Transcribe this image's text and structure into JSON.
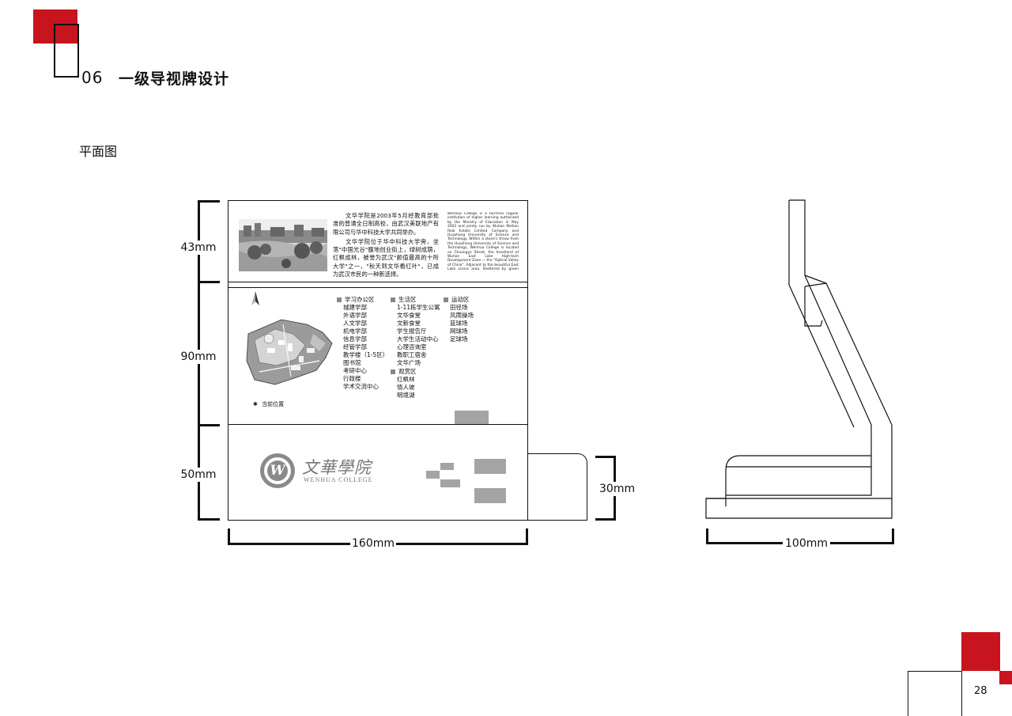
{
  "header": {
    "section_number": "06",
    "section_title": "一级导视牌设计",
    "subheading": "平面图"
  },
  "dimensions": {
    "top_height": "43mm",
    "mid_height": "90mm",
    "bottom_height": "50mm",
    "width": "160mm",
    "side_box_height": "30mm",
    "side_depth": "100mm"
  },
  "intro": {
    "cn_paragraph_1": "文华学院是2003年5月经教育部批准的普通全日制高校，由武汉美联地产有限公司与华中科技大学共同举办。",
    "cn_paragraph_2": "文华学院位于华中科技大学旁，坐落\"中国光谷\"腹地创业街上，绿树成荫，红枫成林，被誉为武汉\"颜值最高的十所大学\"之一，\"秋天到文华看红叶\"，已成为武汉市民的一种新选择。",
    "en_paragraph": "Wenhua College is a full-time regular institution of higher learning authorized by the Ministry of Education in May 2003 and jointly run by Wuhan Meilian Real Estate Limited Company and Huazhong University of Science and Technology. Within a stone's throw from the Huazhong University of Science and Technology, Wenhua College is located on Chuangye Street, the heartland of Wuhan East Lake High-tech Development Zone — the \"Optical Valley of China\". Adjacent to the beautiful East Lake scenic area. Sheltered by green trees and red maples, it has won a reputation of \"one of the ten most beautiful universities\" in Wuhan. Therefore, \"going to Wenhua to admire the breathtaking scenery of red maples in autumn\" has become a new fashion among Wuhan residents."
  },
  "map": {
    "you_are_here": "当前位置",
    "star_symbol": "✱"
  },
  "legend": {
    "study": {
      "title": "学习办公区",
      "items": [
        "城建学部",
        "外语学部",
        "人文学部",
        "机电学部",
        "信息学部",
        "经管学部",
        "教学楼（1-5区）",
        "图书馆",
        "考研中心",
        "行政楼",
        "学术交流中心"
      ]
    },
    "living": {
      "title": "生活区",
      "items": [
        "1-11栋学生公寓",
        "文华食堂",
        "文新食堂",
        "学生报告厅",
        "大学生活动中心",
        "心理咨询室",
        "教职工宿舍",
        "文华广场"
      ]
    },
    "scenic": {
      "title": "观赏区",
      "items": [
        "红枫林",
        "情人坡",
        "明境湖"
      ]
    },
    "sports": {
      "title": "运动区",
      "items": [
        "田径场",
        "风雨操场",
        "篮球场",
        "网球场",
        "足球场"
      ]
    }
  },
  "logo": {
    "cn_name": "文華學院",
    "en_name": "WENHUA COLLEGE",
    "badge_letter": "W"
  },
  "footer": {
    "page_number": "28"
  },
  "colors": {
    "accent": "#c8141e",
    "placeholder_grey": "#a4a4a4"
  }
}
